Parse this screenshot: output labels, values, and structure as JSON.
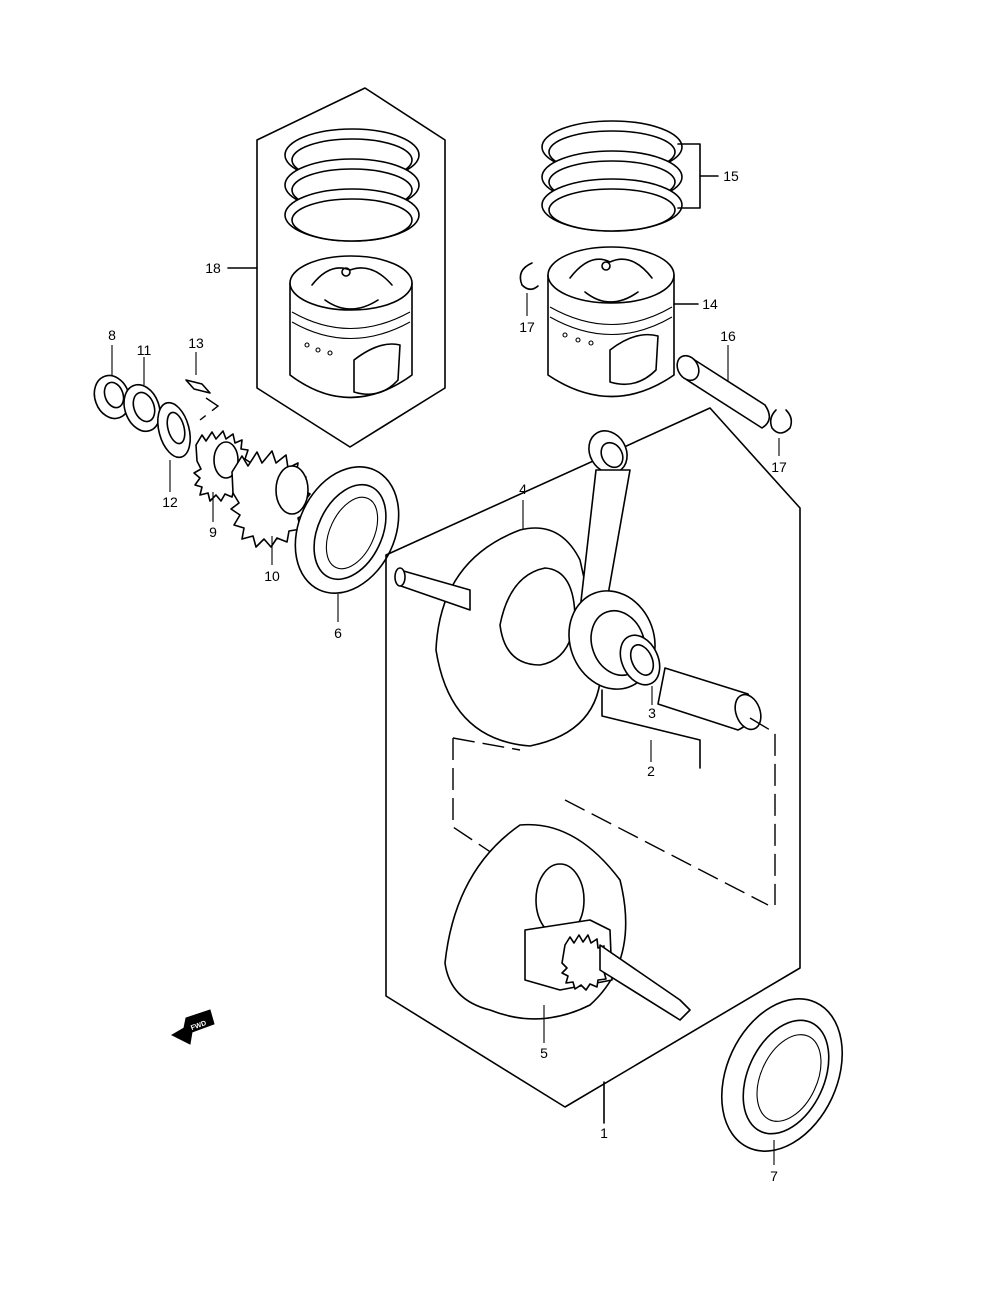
{
  "callouts": {
    "c1": "1",
    "c2": "2",
    "c3": "3",
    "c4": "4",
    "c5": "5",
    "c6": "6",
    "c7": "7",
    "c8": "8",
    "c9": "9",
    "c10": "10",
    "c11": "11",
    "c12": "12",
    "c13": "13",
    "c14": "14",
    "c15": "15",
    "c16": "16",
    "c17a": "17",
    "c17b": "17",
    "c18": "18"
  },
  "fwd_badge": "FWD"
}
